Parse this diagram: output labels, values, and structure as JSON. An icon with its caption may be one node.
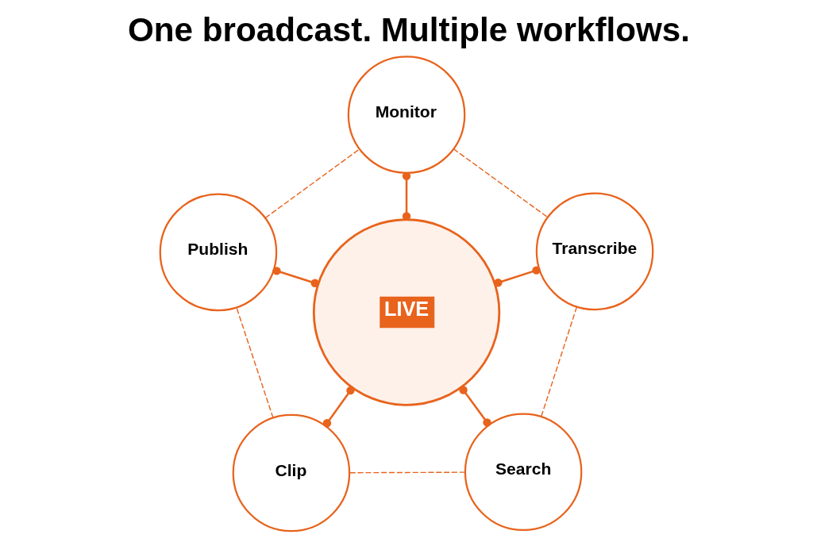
{
  "diagram": {
    "title": "One broadcast. Multiple workflows.",
    "nodes": [
      {
        "text": [
          "Monitor"
        ]
      },
      {
        "text": [
          "Publish"
        ]
      },
      {
        "text": [
          "LIVE"
        ]
      },
      {
        "text": [
          "Transcribe"
        ]
      },
      {
        "text": [
          "Clip"
        ]
      },
      {
        "text": [
          "Search"
        ]
      }
    ],
    "edges": [
      {
        "from": 2,
        "to": 0,
        "arrow": "other"
      },
      {
        "from": 2,
        "to": 1,
        "arrow": "other"
      },
      {
        "from": 2,
        "to": 3,
        "arrow": "other"
      },
      {
        "from": 2,
        "to": 4,
        "arrow": "other"
      },
      {
        "from": 2,
        "to": 5,
        "arrow": "other"
      },
      {
        "from": 0,
        "to": 3,
        "arrow": "none",
        "style": "dashed"
      },
      {
        "from": 3,
        "to": 5,
        "arrow": "none",
        "style": "dashed"
      },
      {
        "from": 5,
        "to": 4,
        "arrow": "none",
        "style": "dashed"
      },
      {
        "from": 4,
        "to": 1,
        "arrow": "none",
        "style": "dashed"
      },
      {
        "from": 1,
        "to": 0,
        "arrow": "none",
        "style": "dashed"
      }
    ]
  }
}
